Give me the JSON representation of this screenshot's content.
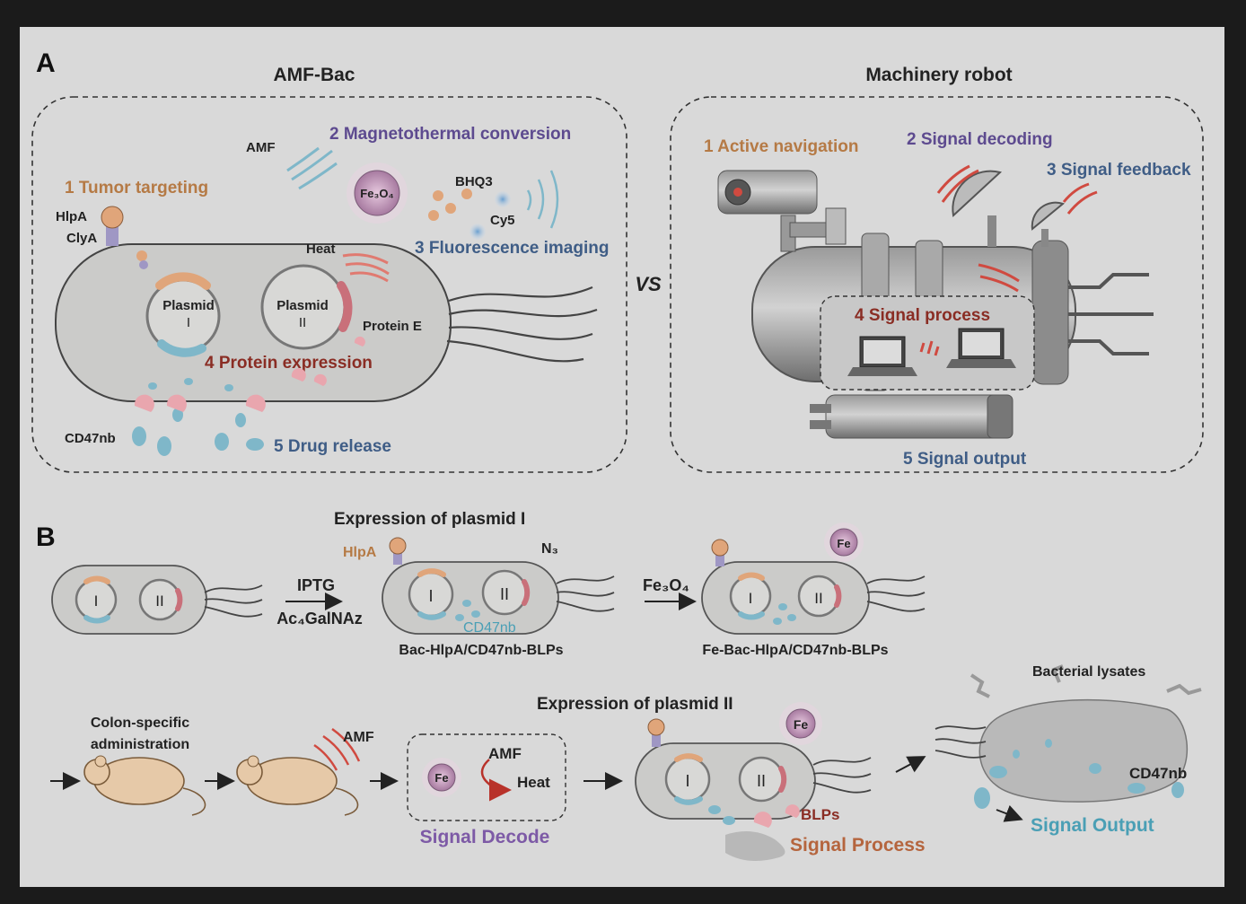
{
  "panel_a": {
    "letter": "A",
    "left_title": "AMF-Bac",
    "right_title": "Machinery robot",
    "vs": "VS",
    "bac": {
      "amf": "AMF",
      "magnetothermal": "2 Magnetothermal conversion",
      "fe3o4": "Fe₃O₄",
      "bhq3": "BHQ3",
      "cy5": "Cy5",
      "tumor_targeting": "1 Tumor targeting",
      "hlpa": "HlpA",
      "clya": "ClyA",
      "heat": "Heat",
      "fluorescence": "3 Fluorescence imaging",
      "plasmid_i_1": "Plasmid",
      "plasmid_i_2": "I",
      "plasmid_ii_1": "Plasmid",
      "plasmid_ii_2": "II",
      "protein_e": "Protein E",
      "protein_expression": "4 Protein expression",
      "cd47nb": "CD47nb",
      "drug_release": "5 Drug release"
    },
    "robot": {
      "active_navigation": "1 Active navigation",
      "signal_decoding": "2 Signal decoding",
      "signal_feedback": "3 Signal feedback",
      "signal_process": "4 Signal process",
      "signal_output": "5 Signal output"
    }
  },
  "panel_b": {
    "letter": "B",
    "expression_plasmid_i": "Expression of plasmid I",
    "iptg": "IPTG",
    "ac4galnaz": "Ac₄GalNAz",
    "hlpa": "HlpA",
    "n3": "N₃",
    "cd47nb_inside": "CD47nb",
    "fe3o4": "Fe₃O₄",
    "fe": "Fe",
    "bac_label": "Bac-HlpA/CD47nb-BLPs",
    "fe_bac_label": "Fe-Bac-HlpA/CD47nb-BLPs",
    "roman_i": "I",
    "roman_ii": "II",
    "colon_1": "Colon-specific",
    "colon_2": "administration",
    "amf": "AMF",
    "amf_decode": "AMF",
    "heat": "Heat",
    "signal_decode": "Signal Decode",
    "expression_plasmid_ii": "Expression of plasmid II",
    "blps": "BLPs",
    "signal_process": "Signal Process",
    "bacterial_lysates": "Bacterial lysates",
    "cd47nb": "CD47nb",
    "signal_output": "Signal Output"
  },
  "colors": {
    "background": "#1b1b1b",
    "panel": "#d9d9d9",
    "bacterium": "#cbcbc9",
    "orange_label": "#b57a45",
    "purple_label": "#5d4a8f",
    "blue_label": "#3f5d86",
    "red_label": "#8a2d24",
    "teal_label": "#4a9fb5"
  }
}
